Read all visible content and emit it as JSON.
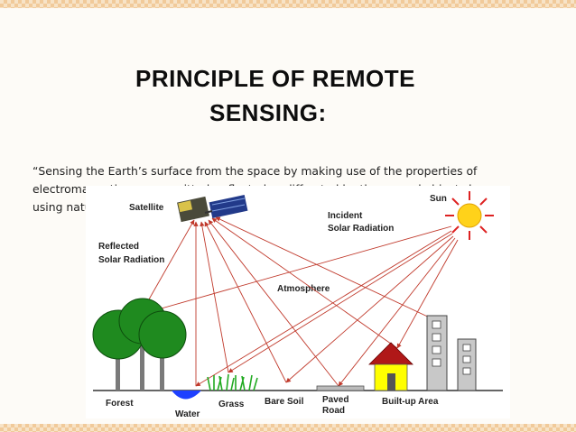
{
  "slide": {
    "title_line1": "PRINCIPLE OF REMOTE",
    "title_line2": "SENSING:",
    "quote_line1": "“Sensing the Earth’s surface from the space by making use of the properties of",
    "quote_line2": "electromagnetic waves emitted, reflected or diffracted by the sensed objects by",
    "quote_line3": "using natural"
  },
  "diagram": {
    "labels": {
      "satellite": "Satellite",
      "sun": "Sun",
      "incident_l1": "Incident",
      "incident_l2": "Solar Radiation",
      "reflected_l1": "Reflected",
      "reflected_l2": "Solar Radiation",
      "atmosphere": "Atmosphere",
      "forest": "Forest",
      "water": "Water",
      "grass": "Grass",
      "bare_soil": "Bare Soil",
      "paved_l1": "Paved",
      "paved_l2": "Road",
      "builtup": "Built-up Area"
    },
    "colors": {
      "ray": "#c0392b",
      "tree": "#1f8a1f",
      "trunk": "#7a7a7a",
      "water": "#1e40ff",
      "grass": "#22aa22",
      "sun": "#ffd21a",
      "house_wall": "#ffff00",
      "roof": "#b01818",
      "building": "#c8c8c8"
    },
    "icons": [
      "satellite-icon",
      "sun-icon",
      "tree-icon",
      "house-icon",
      "building-icon"
    ]
  }
}
